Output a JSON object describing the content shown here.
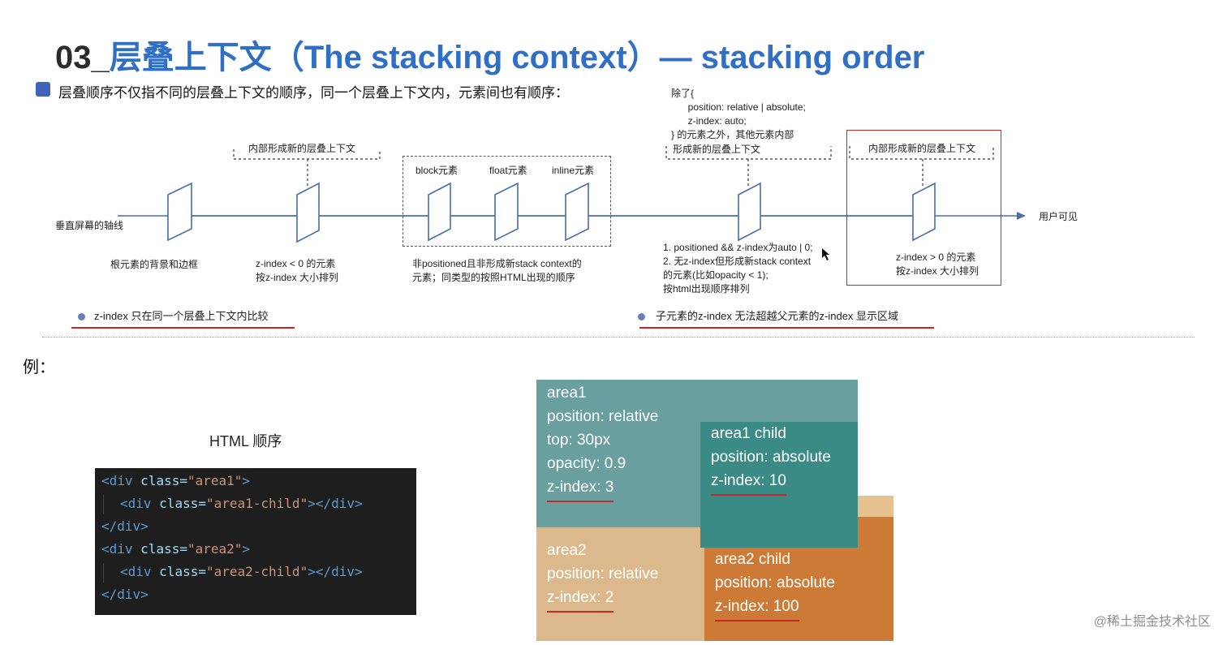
{
  "title": {
    "number": "03_",
    "text": "层叠上下文（The stacking context）— stacking order"
  },
  "intro": "层叠顺序不仅指不同的层叠上下文的顺序，同一个层叠上下文内，元素间也有顺序：",
  "diagram": {
    "axis_label": "垂直屏幕的轴线",
    "user_visible": "用户可见",
    "root_label": "根元素的背景和边框",
    "neg_box_label": "内部形成新的层叠上下文",
    "neg_caption": [
      "z-index < 0 的元素",
      "按z-index 大小排列"
    ],
    "block_label": "block元素",
    "float_label": "float元素",
    "inline_label": "inline元素",
    "nonpos_caption": [
      "非positioned且非形成新stack context的",
      "元素；同类型的按照HTML出现的顺序"
    ],
    "except_note": [
      "除了{",
      "  position: relative | absolute;",
      "  z-index: auto;",
      "} 的元素之外，其他元素内部"
    ],
    "mid_box_label": "形成新的层叠上下文",
    "mid_caption": [
      "1. positioned && z-index为auto | 0;",
      "2. 无z-index但形成新stack context",
      "的元素(比如opacity < 1);",
      "按html出现顺序排列"
    ],
    "pos_box_label": "内部形成新的层叠上下文",
    "pos_caption": [
      "z-index > 0 的元素",
      "按z-index 大小排列"
    ]
  },
  "notes": {
    "left": "z-index  只在同一个层叠上下文内比较",
    "right": "子元素的z-index 无法超越父元素的z-index 显示区域"
  },
  "example": {
    "label": "例：",
    "html_order_label": "HTML 顺序",
    "code": {
      "l1": {
        "tag_open": "<div",
        "attr": "class=",
        "val": "\"area1\"",
        "close": ">"
      },
      "l2": {
        "tag_open": "<div",
        "attr": "class=",
        "val": "\"area1-child\"",
        "close": "></div>"
      },
      "l3": {
        "text": "</div>"
      },
      "l4": {
        "tag_open": "<div",
        "attr": "class=",
        "val": "\"area2\"",
        "close": ">"
      },
      "l5": {
        "tag_open": "<div",
        "attr": "class=",
        "val": "\"area2-child\"",
        "close": "></div>"
      },
      "l6": {
        "text": "</div>"
      }
    },
    "area1": {
      "name": "area1",
      "l1": "position: relative",
      "l2": "top: 30px",
      "l3": "opacity: 0.9",
      "l4": "z-index: 3",
      "color": "#6a9f9f"
    },
    "area1_child": {
      "name": "area1 child",
      "l1": "position: absolute",
      "l2": "z-index: 10",
      "color": "#3a8a86"
    },
    "area2": {
      "name": "area2",
      "l1": "position: relative",
      "l2": "z-index: 2",
      "color": "#dbb98d"
    },
    "area2_child": {
      "name": "area2 child",
      "l1": "position: absolute",
      "l2": "z-index: 100",
      "color": "#cc7a35"
    }
  },
  "watermark": "@稀土掘金技术社区"
}
